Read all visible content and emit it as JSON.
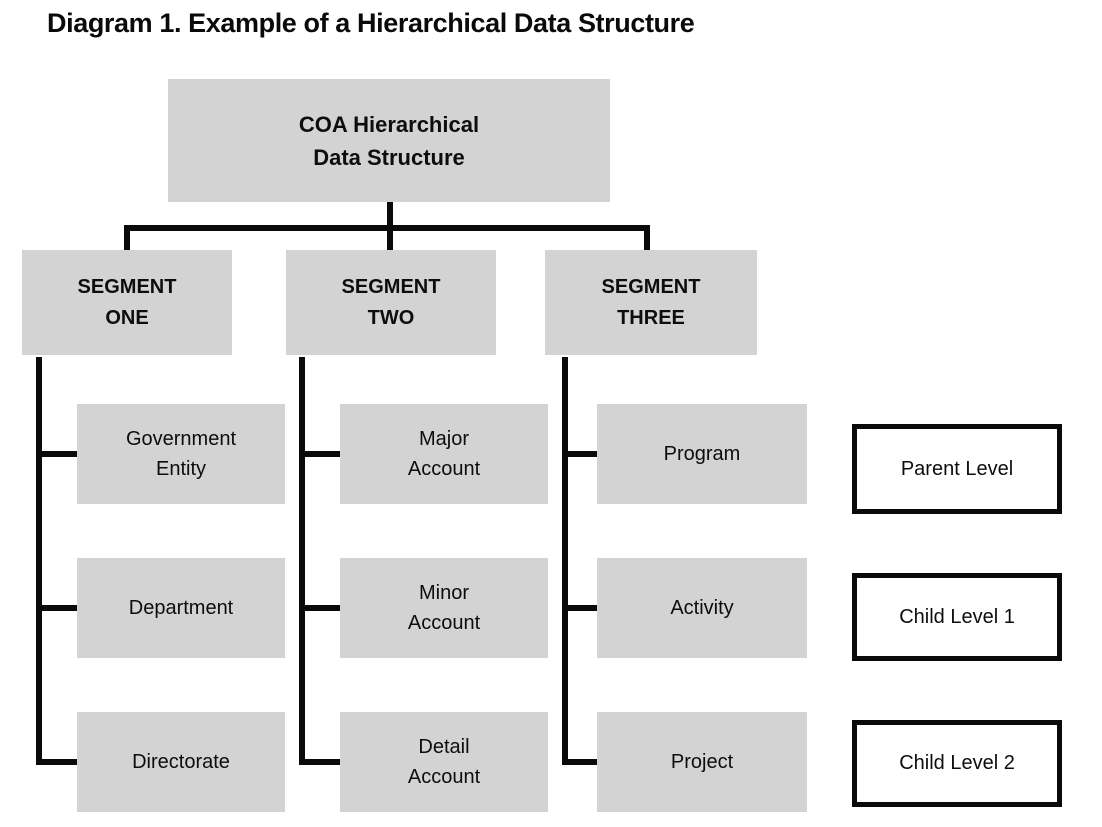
{
  "title": "Diagram 1. Example of a Hierarchical Data Structure",
  "root": {
    "label": "COA Hierarchical\nData Structure"
  },
  "segments": [
    {
      "label": "SEGMENT\nONE",
      "children": [
        "Government\nEntity",
        "Department",
        "Directorate"
      ]
    },
    {
      "label": "SEGMENT\nTWO",
      "children": [
        "Major\nAccount",
        "Minor\nAccount",
        "Detail\nAccount"
      ]
    },
    {
      "label": "SEGMENT\nTHREE",
      "children": [
        "Program",
        "Activity",
        "Project"
      ]
    }
  ],
  "legend": {
    "items": [
      "Parent Level",
      "Child Level 1",
      "Child Level 2"
    ]
  },
  "colors": {
    "box_fill": "#d3d3d3",
    "line": "#0a0a0a",
    "legend_border": "#0a0a0a",
    "background": "#ffffff",
    "text": "#0d0d0d"
  }
}
